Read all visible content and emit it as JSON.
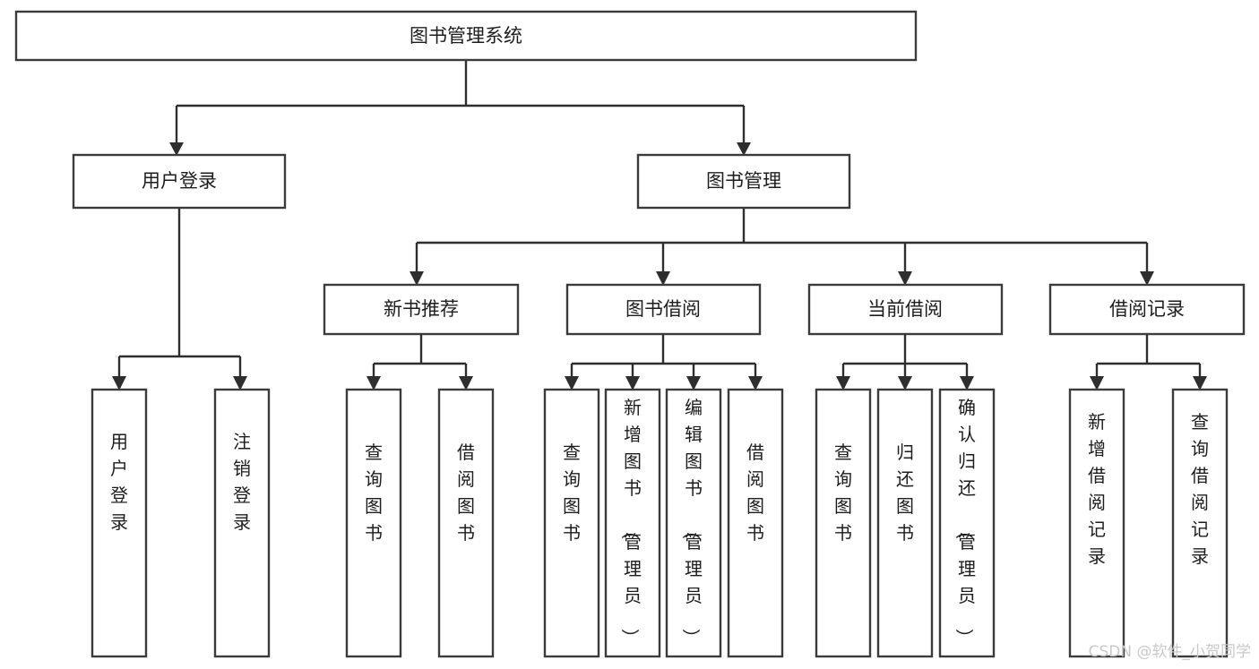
{
  "diagram": {
    "title": "图书管理系统",
    "type": "tree-hierarchy-chart",
    "root": {
      "label": "图书管理系统"
    },
    "level2": [
      {
        "label": "用户登录"
      },
      {
        "label": "图书管理"
      }
    ],
    "level3": [
      {
        "label": "新书推荐"
      },
      {
        "label": "图书借阅"
      },
      {
        "label": "当前借阅"
      },
      {
        "label": "借阅记录"
      }
    ],
    "leaves": {
      "user_login": [
        {
          "label": "用户登录"
        },
        {
          "label": "注销登录"
        }
      ],
      "new_book_recommend": [
        {
          "label": "查询图书"
        },
        {
          "label": "借阅图书"
        }
      ],
      "book_borrow": [
        {
          "label": "查询图书"
        },
        {
          "label": "新增图书（管理员）"
        },
        {
          "label": "编辑图书（管理员）"
        },
        {
          "label": "借阅图书"
        }
      ],
      "current_borrow": [
        {
          "label": "查询图书"
        },
        {
          "label": "归还图书"
        },
        {
          "label": "确认归还（管理员）"
        }
      ],
      "borrow_record": [
        {
          "label": "新增借阅记录"
        },
        {
          "label": "查询借阅记录"
        }
      ]
    }
  },
  "watermark": {
    "text": "CSDN @软件_小贺同学"
  },
  "colors": {
    "box_stroke": "#3b3b3b",
    "connector": "#2e2e2e",
    "text": "#1d1d1d",
    "background": "#ffffff",
    "watermark": "#c9c9c9"
  }
}
